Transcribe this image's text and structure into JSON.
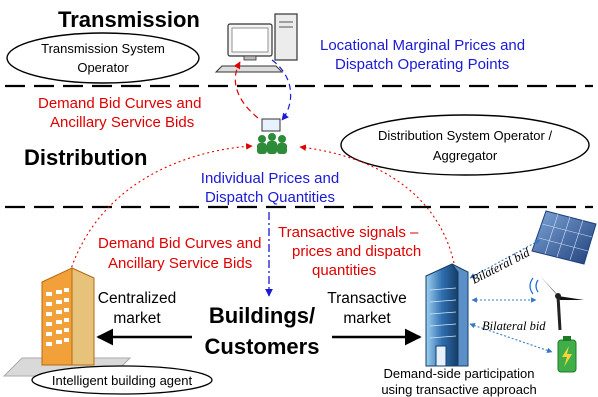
{
  "sections": {
    "transmission": "Transmission",
    "distribution": "Distribution"
  },
  "ovals": {
    "tso": [
      "Transmission System",
      "Operator"
    ],
    "dso": [
      "Distribution System Operator /",
      "Aggregator"
    ],
    "iba": "Intelligent building agent"
  },
  "labels": {
    "lmp": [
      "Locational Marginal Prices and",
      "Dispatch Operating Points"
    ],
    "demand_bid_top": [
      "Demand Bid Curves and",
      "Ancillary Service Bids"
    ],
    "individual_prices": [
      "Individual Prices and",
      "Dispatch Quantities"
    ],
    "demand_bid_mid": [
      "Demand Bid Curves and",
      "Ancillary Service Bids"
    ],
    "transactive_signals": [
      "Transactive signals –",
      "prices and dispatch",
      "quantities"
    ],
    "centralized_market": [
      "Centralized",
      "market"
    ],
    "transactive_market": [
      "Transactive",
      "market"
    ],
    "buildings_customers": [
      "Buildings/",
      "Customers"
    ],
    "bilateral_bid_1": "Bilateral bid",
    "bilateral_bid_2": "Bilateral bid",
    "demand_side": [
      "Demand-side participation",
      "using transactive approach"
    ]
  },
  "colors": {
    "red": "#e00000",
    "blue": "#1a1ad6",
    "black": "#000000",
    "solar_blue": "#2f5597",
    "building_orange": "#f2a13a",
    "building_blue": "#1f5c99",
    "battery_green": "#3fae49",
    "people_green": "#2e8b3a"
  },
  "icons": [
    "computer-icon",
    "people-group-icon",
    "solar-panel-icon",
    "wind-turbine-icon",
    "battery-icon",
    "office-building-icon",
    "tower-building-icon"
  ]
}
